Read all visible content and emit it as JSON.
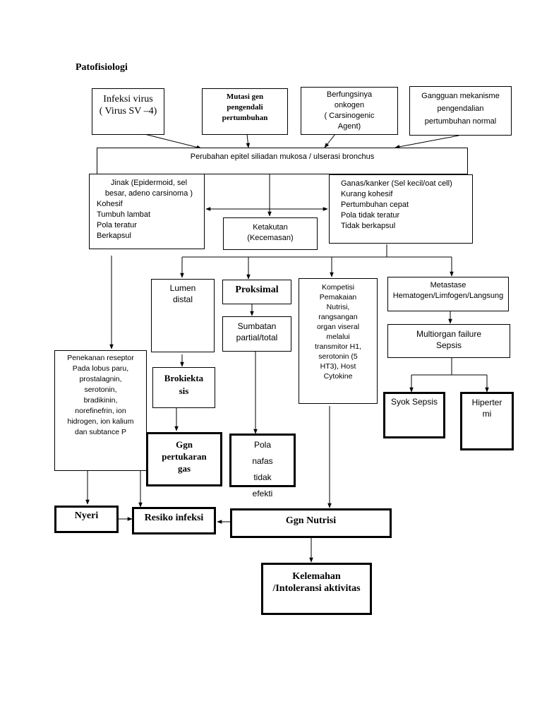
{
  "title": "Patofisiologi",
  "nodes": {
    "infeksi": "Infeksi virus\n( Virus SV –4)",
    "mutasi": "Mutasi gen\npengendali\npertumbuhan",
    "onkogen": "Berfungsinya\nonkogen\n( Carsinogenic\nAgent)",
    "gangguan": "Gangguan mekanisme\npengendalian\npertumbuhan normal",
    "perubahan": "Perubahan epitel siliadan mukosa / ulserasi  bronchus",
    "jinak_head": "Jinak (Epidermoid, sel\nbesar, adeno carsinoma )",
    "jinak_list": "Kohesif\nTumbuh lambat\nPola teratur\nBerkapsul",
    "ganas": "Ganas/kanker (Sel  kecil/oat cell)\nKurang kohesif\nPertumbuhan cepat\nPola tidak teratur\nTidak berkapsul",
    "ketakutan": "Ketakutan\n(Kecemasan)",
    "lumen": "Lumen\ndistal",
    "proksimal": "Proksimal",
    "sumbatan": "Sumbatan\npartial/total",
    "kompetisi": "Kompetisi\nPemakaian\nNutrisi,\nrangsangan\norgan viseral\nmelalui\ntransmitor  H1,\nserotonin (5\nHT3), Host\nCytokine",
    "metastase": "Metastase\nHematogen/Limfogen/Langsung",
    "multiorgan": "Multiorgan failure\nSepsis",
    "penekanan": "Penekanan reseptor\nPada lobus paru,\nprostalagnin,\nserotonin,\nbradikinin,\nnorefinefrin, ion\nhidrogen, ion kalium\ndan subtance  P",
    "brokiektasis": "Brokiekta\nsis",
    "ggn_pertukaran": "Ggn\npertukaran\ngas",
    "pola_nafas": "Pola\nnafas\ntidak\nefekti",
    "syok": "Syok Sepsis",
    "hipertermi": "Hiperter\nmi",
    "nyeri": "Nyeri",
    "resiko": "Resiko infeksi",
    "ggn_nutrisi": "Ggn Nutrisi",
    "kelemahan": "Kelemahan\n/Intoleransi aktivitas"
  }
}
